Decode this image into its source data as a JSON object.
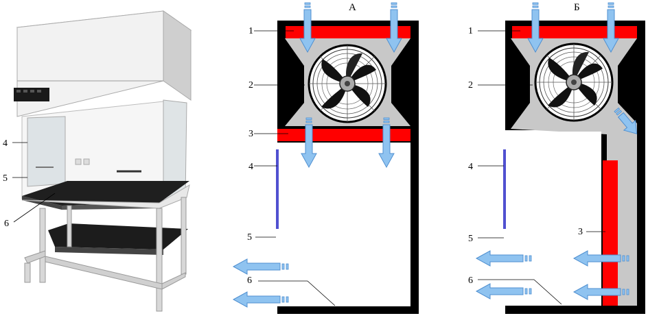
{
  "diagram_a": {
    "title": "А",
    "labels": [
      "1",
      "2",
      "3",
      "4",
      "5",
      "6"
    ]
  },
  "diagram_b": {
    "title": "Б",
    "labels": [
      "1",
      "2",
      "3",
      "4",
      "5",
      "6"
    ]
  },
  "photo": {
    "labels": [
      "4",
      "5",
      "6"
    ]
  },
  "colors": {
    "filter": "#ff0000",
    "duct": "#c8c8c8",
    "body": "#000000",
    "arrow_fill": "#8fc3f0",
    "arrow_stroke": "#4f8fd0",
    "sash": "#5050d0"
  }
}
